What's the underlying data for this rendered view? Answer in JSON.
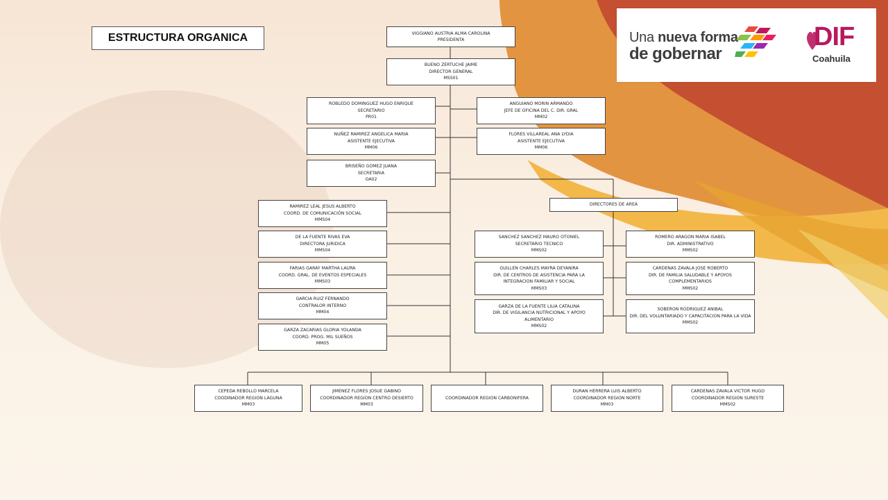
{
  "title": "ESTRUCTURA ORGANICA",
  "logo": {
    "slogan_prefix": "Una",
    "slogan_bold": "nueva forma",
    "slogan_line2": "de gobernar",
    "brand_dif": "DIF",
    "brand_state": "Coahuila",
    "colors": {
      "dif": "#b8195e",
      "slogan": "#3d3d3d"
    }
  },
  "nodes": {
    "presidenta": [
      "VIGGIANO AUSTRIA ALMA CAROLINA",
      "PRESIDENTA"
    ],
    "director_general": [
      "BUENO ZERTUCHE JAIME",
      "DIRECTOR GENERAL",
      "MSS01"
    ],
    "secretario_pr01": [
      "ROBLEDO DOMINGUEZ HUGO ENRIQUE",
      "SECRETARIO",
      "PR01"
    ],
    "asistente_mm06_a": [
      "NUÑEZ RAMIREZ ANGELICA MARIA",
      "ASISTENTE EJECUTIVA",
      "MM06"
    ],
    "secretaria_oa02": [
      "BRISEÑO GOMEZ JUANA",
      "SECRETARIA",
      "OA02"
    ],
    "jefe_oficina": [
      "ANGUIANO MORIN ARMANDO",
      "JEFE DE OFICINA DEL C. DIR. GRAL",
      "MM02"
    ],
    "asistente_mm06_b": [
      "FLORES VILLAREAL ANA LYDIA",
      "ASISTENTE EJECUTIVA",
      "MM06"
    ],
    "comunicacion": [
      "RAMIREZ LEAL JESUS ALBERTO",
      "COORD. DE COMUNICACIÓN SOCIAL",
      "MMS04"
    ],
    "juridica": [
      "DE LA FUENTE RIVAS EVA",
      "DIRECTORA JURIDICA",
      "MMS04"
    ],
    "eventos": [
      "FARIAS GARAY MARTHA LAURA",
      "COORD. GRAL. DE EVENTOS ESPECIALES",
      "MMS03"
    ],
    "contralor": [
      "GARCIA RUIZ FERNANDO",
      "CONTRALOR INTERNO",
      "MM04"
    ],
    "milsuenos": [
      "GARZA ZACARIAS GLORIA YOLANDA",
      "COORD. PROG. MIL SUEÑOS",
      "MM05"
    ],
    "directores_area": [
      "DIRECTORES DE AREA"
    ],
    "secretario_tecnico": [
      "SANCHEZ SANCHEZ MAURO OTONIEL",
      "SECRETARIO TECNICO",
      "MMS02"
    ],
    "centros_asistencia": [
      "GUILLEN CHARLES MAYRA DEYANIRA",
      "DIR. DE CENTROS DE ASISTENCIA PARA LA INTEGRACION FAMILIAR Y SOCIAL",
      "MMS03"
    ],
    "vigilancia": [
      "GARZA DE LA FUENTE LILIA CATALINA",
      "DIR. DE VIGILANCIA NUTRICIONAL Y APOYO ALIMENTARIO",
      "MMS02"
    ],
    "administrativo": [
      "ROMERO ARAGON MARIA ISABEL",
      "DIR. ADMINISTRATIVO",
      "MMS02"
    ],
    "familia_saludable": [
      "CARDENAS ZAVALA JOSE ROBERTO",
      "DIR. DE FAMILIA SALUDABLE Y APOYOS COMPLEMENTARIOS",
      "MMS02"
    ],
    "voluntariado": [
      "SOBERON RODRIGUEZ ANIBAL",
      "DIR. DEL VOLUNTARIADO Y CAPACITACION PARA LA VIDA",
      "MMS02"
    ],
    "laguna": [
      "CEPEDA REBOLLO MARCELA",
      "COODINADOR REGION LAGUNA",
      "MM03"
    ],
    "centro_desierto": [
      "JIMENEZ FLORES JOSUE GABINO",
      "COORDINADOR REGION CENTRO DESIERTO",
      "MM03"
    ],
    "carbonifera": [
      "COORDINADOR REGION CARBONIFERA"
    ],
    "norte": [
      "DURAN HERRERA LUIS ALBERTO",
      "COORDINADOR REGION NORTE",
      "MM03"
    ],
    "sureste": [
      "CARDENAS ZAVALA VICTOR HUGO",
      "COORDINADOR REGION SURESTE",
      "MMS02"
    ]
  }
}
